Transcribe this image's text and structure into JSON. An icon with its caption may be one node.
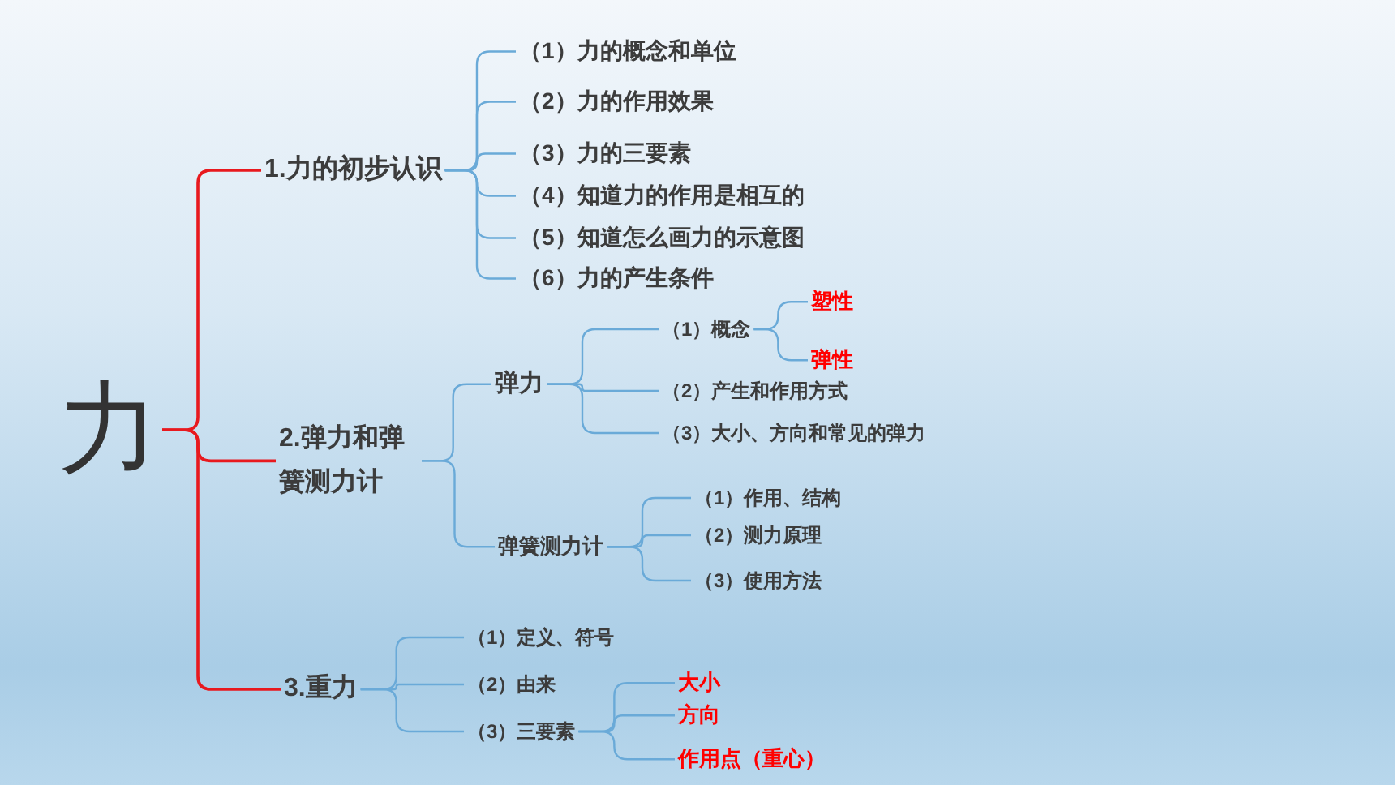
{
  "diagram": {
    "nodes": [
      {
        "text": [
          "力"
        ]
      },
      {
        "text": [
          "1.力的初步认识"
        ]
      },
      {
        "text": [
          "（1）力的概念和单位"
        ]
      },
      {
        "text": [
          "（2）力的作用效果"
        ]
      },
      {
        "text": [
          "（3）力的三要素"
        ]
      },
      {
        "text": [
          "（4）知道力的作用是相互的"
        ]
      },
      {
        "text": [
          "（5）知道怎么画力的示意图"
        ]
      },
      {
        "text": [
          "（6）力的产生条件"
        ]
      },
      {
        "text": [
          "2.弹力和弹簧测力计"
        ]
      },
      {
        "text": [
          "弹力"
        ]
      },
      {
        "text": [
          "（1）概念"
        ]
      },
      {
        "text": [
          "塑性"
        ]
      },
      {
        "text": [
          "弹性"
        ]
      },
      {
        "text": [
          "（2）产生和作用方式"
        ]
      },
      {
        "text": [
          "（3）大小、方向和常见的弹力"
        ]
      },
      {
        "text": [
          "弹簧测力计"
        ]
      },
      {
        "text": [
          "（1）作用、结构"
        ]
      },
      {
        "text": [
          "（2）测力原理"
        ]
      },
      {
        "text": [
          "（3）使用方法"
        ]
      },
      {
        "text": [
          "3.重力"
        ]
      },
      {
        "text": [
          "（1）定义、符号"
        ]
      },
      {
        "text": [
          "（2）由来"
        ]
      },
      {
        "text": [
          "（3）三要素"
        ]
      },
      {
        "text": [
          "大小"
        ]
      },
      {
        "text": [
          "方向"
        ]
      },
      {
        "text": [
          "作用点（重心）"
        ]
      }
    ],
    "edges": [
      {
        "from": 0,
        "to": 1,
        "arrow": "none",
        "color": "#e8191e"
      },
      {
        "from": 0,
        "to": 8,
        "arrow": "none",
        "color": "#e8191e"
      },
      {
        "from": 0,
        "to": 19,
        "arrow": "none",
        "color": "#e8191e"
      },
      {
        "from": 1,
        "to": 2,
        "arrow": "none"
      },
      {
        "from": 1,
        "to": 3,
        "arrow": "none"
      },
      {
        "from": 1,
        "to": 4,
        "arrow": "none"
      },
      {
        "from": 1,
        "to": 5,
        "arrow": "none"
      },
      {
        "from": 1,
        "to": 6,
        "arrow": "none"
      },
      {
        "from": 1,
        "to": 7,
        "arrow": "none"
      },
      {
        "from": 8,
        "to": 9,
        "arrow": "none"
      },
      {
        "from": 8,
        "to": 15,
        "arrow": "none"
      },
      {
        "from": 9,
        "to": 10,
        "arrow": "none"
      },
      {
        "from": 9,
        "to": 13,
        "arrow": "none"
      },
      {
        "from": 9,
        "to": 14,
        "arrow": "none"
      },
      {
        "from": 10,
        "to": 11,
        "arrow": "none"
      },
      {
        "from": 10,
        "to": 12,
        "arrow": "none"
      },
      {
        "from": 15,
        "to": 16,
        "arrow": "none"
      },
      {
        "from": 15,
        "to": 17,
        "arrow": "none"
      },
      {
        "from": 15,
        "to": 18,
        "arrow": "none"
      },
      {
        "from": 19,
        "to": 20,
        "arrow": "none"
      },
      {
        "from": 19,
        "to": 21,
        "arrow": "none"
      },
      {
        "from": 19,
        "to": 22,
        "arrow": "none"
      },
      {
        "from": 22,
        "to": 23,
        "arrow": "none"
      },
      {
        "from": 22,
        "to": 24,
        "arrow": "none"
      },
      {
        "from": 22,
        "to": 25,
        "arrow": "none"
      }
    ]
  }
}
